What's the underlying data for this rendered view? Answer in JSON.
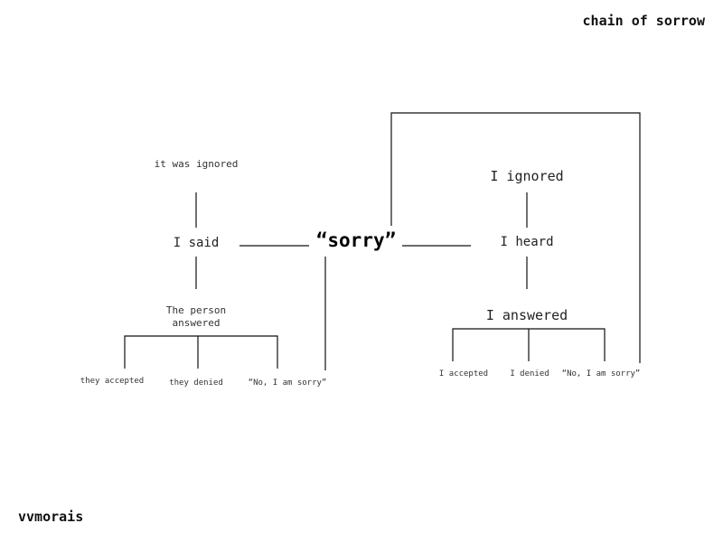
{
  "title": "chain of sorrow",
  "author": "vvmorais",
  "center": {
    "label": "“sorry”"
  },
  "left": {
    "top": "it was ignored",
    "middle": "I said",
    "bottom": "The person answered",
    "outcomes": [
      "they accepted",
      "they denied",
      "“No, I am sorry”"
    ]
  },
  "right": {
    "top": "I ignored",
    "middle": "I heard",
    "bottom": "I answered",
    "outcomes": [
      "I accepted",
      "I denied",
      "“No, I am sorry”"
    ]
  }
}
